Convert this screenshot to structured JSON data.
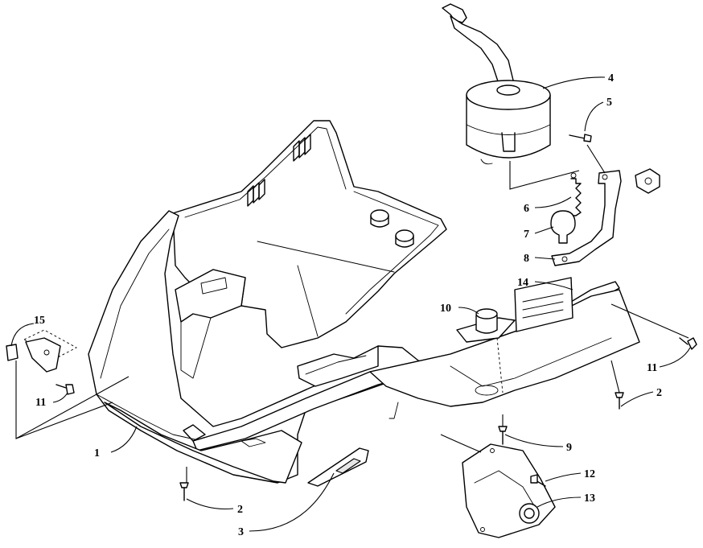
{
  "callouts": {
    "c1": "1",
    "c2a": "2",
    "c2b": "2",
    "c3": "3",
    "c4": "4",
    "c5": "5",
    "c6": "6",
    "c7": "7",
    "c8": "8",
    "c9": "9",
    "c10": "10",
    "c11a": "11",
    "c11b": "11",
    "c12": "12",
    "c13": "13",
    "c14": "14",
    "c15": "15"
  }
}
